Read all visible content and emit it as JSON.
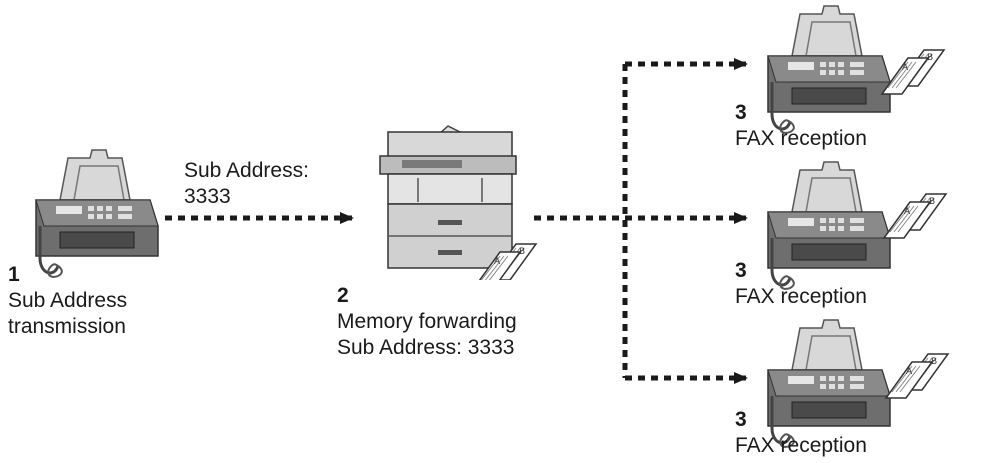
{
  "sender": {
    "step": "1",
    "line1": "Sub Address",
    "line2": "transmission"
  },
  "link_label": {
    "line1": "Sub Address:",
    "line2": "3333"
  },
  "relay": {
    "step": "2",
    "line1": "Memory forwarding",
    "line2": "Sub Address: 3333"
  },
  "receivers": [
    {
      "step": "3",
      "label": "FAX reception"
    },
    {
      "step": "3",
      "label": "FAX reception"
    },
    {
      "step": "3",
      "label": "FAX reception"
    }
  ],
  "colors": {
    "device": "#6e6e6e",
    "device_light": "#d4d4d4",
    "line": "#1a1a1a"
  },
  "icons": [
    "fax-machine-icon",
    "multifunction-printer-icon",
    "document-pages-icon"
  ]
}
